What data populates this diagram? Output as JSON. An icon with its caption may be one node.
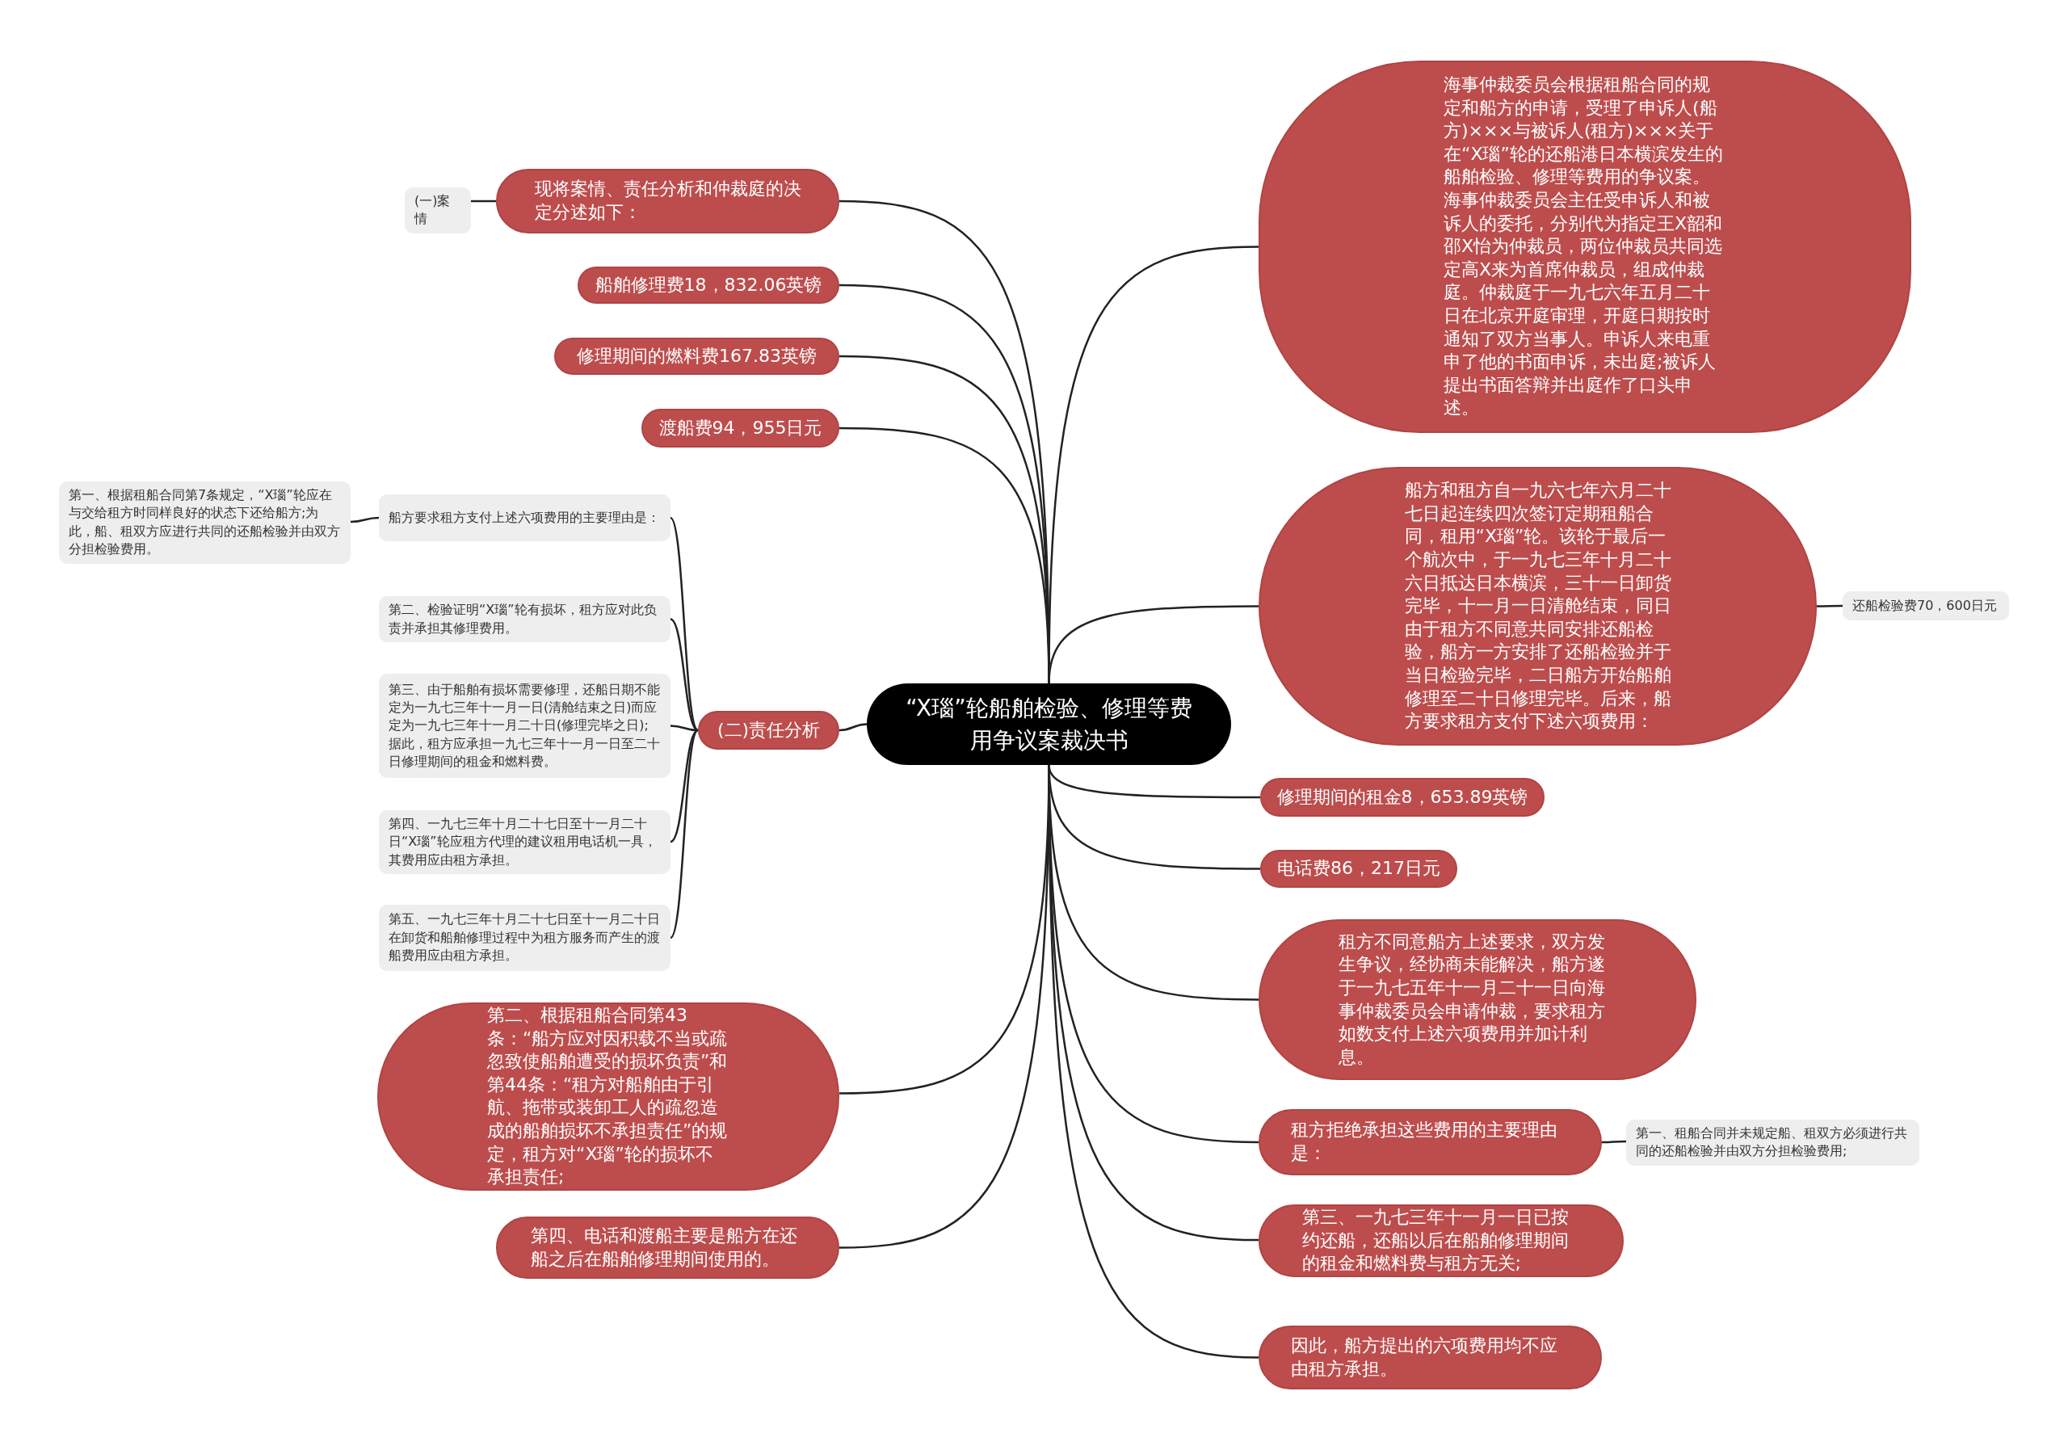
{
  "diagram": {
    "nodes": [
      {
        "text": [
          "“X瑙”轮船舶检验、修理等费用争议案裁决书"
        ]
      },
      {
        "text": [
          "现将案情、责任分析和仲裁庭的决定分述如下："
        ]
      },
      {
        "text": [
          "(一)案情"
        ]
      },
      {
        "text": [
          "船舶修理费18，832.06英镑"
        ]
      },
      {
        "text": [
          "修理期间的燃料费167.83英镑"
        ]
      },
      {
        "text": [
          "渡船费94，955日元"
        ]
      },
      {
        "text": [
          "(二)责任分析"
        ]
      },
      {
        "text": [
          "船方要求租方支付上述六项费用的主要理由是："
        ]
      },
      {
        "text": [
          "第一、根据租船合同第7条规定，“X瑙”轮应在与交给租方时同样良好的状态下还给船方;为此，船、租双方应进行共同的还船检验并由双方分担检验费用。"
        ]
      },
      {
        "text": [
          "第二、检验证明“X瑙”轮有损坏，租方应对此负责并承担其修理费用。"
        ]
      },
      {
        "text": [
          "第三、由于船舶有损坏需要修理，还船日期不能定为一九七三年十一月一日(清舱结束之日)而应定为一九七三年十一月二十日(修理完毕之日);据此，租方应承担一九七三年十一月一日至二十日修理期间的租金和燃料费。"
        ]
      },
      {
        "text": [
          "第四、一九七三年十月二十七日至十一月二十日“X瑙”轮应租方代理的建议租用电话机一具，其费用应由租方承担。"
        ]
      },
      {
        "text": [
          "第五、一九七三年十月二十七日至十一月二十日在卸货和船舶修理过程中为租方服务而产生的渡船费用应由租方承担。"
        ]
      },
      {
        "text": [
          "第二、根据租船合同第43条：“船方应对因积载不当或疏忽致使船舶遭受的损坏负责”和第44条：“租方对船舶由于引航、拖带或装卸工人的疏忽造成的船舶损坏不承担责任”的规定，租方对“X瑙”轮的损坏不承担责任;"
        ]
      },
      {
        "text": [
          "第四、电话和渡船主要是船方在还船之后在船舶修理期间使用的。"
        ]
      },
      {
        "text": [
          "海事仲裁委员会根据租船合同的规定和船方的申请，受理了申诉人(船方)×××与被诉人(租方)×××关于在“X瑙”轮的还船港日本横滨发生的船舶检验、修理等费用的争议案。海事仲裁委员会主任受申诉人和被诉人的委托，分别代为指定王X韶和邵X怡为仲裁员，两位仲裁员共同选定高X来为首席仲裁员，组成仲裁庭。仲裁庭于一九七六年五月二十日在北京开庭审理，开庭日期按时通知了双方当事人。申诉人来电重申了他的书面申诉，未出庭;被诉人提出书面答辩并出庭作了口头申述。"
        ]
      },
      {
        "text": [
          "船方和租方自一九六七年六月二十七日起连续四次签订定期租船合同，租用“X瑙”轮。该轮于最后一个航次中，于一九七三年十月二十六日抵达日本横滨，三十一日卸货完毕，十一月一日清舱结束，同日由于租方不同意共同安排还船检验，船方一方安排了还船检验并于当日检验完毕，二日船方开始船舶修理至二十日修理完毕。后来，船方要求租方支付下述六项费用："
        ]
      },
      {
        "text": [
          "还船检验费70，600日元"
        ]
      },
      {
        "text": [
          "修理期间的租金8，653.89英镑"
        ]
      },
      {
        "text": [
          "电话费86，217日元"
        ]
      },
      {
        "text": [
          "租方不同意船方上述要求，双方发生争议，经协商未能解决，船方遂于一九七五年十一月二十一日向海事仲裁委员会申请仲裁，要求租方如数支付上述六项费用并加计利息。"
        ]
      },
      {
        "text": [
          "租方拒绝承担这些费用的主要理由是："
        ]
      },
      {
        "text": [
          "第一、租船合同并未规定船、租双方必须进行共同的还船检验并由双方分担检验费用;"
        ]
      },
      {
        "text": [
          "第三、一九七三年十一月一日已按约还船，还船以后在船舶修理期间的租金和燃料费与租方无关;"
        ]
      },
      {
        "text": [
          "因此，船方提出的六项费用均不应由租方承担。"
        ]
      }
    ],
    "edges": [
      {
        "from": 0,
        "to": 1,
        "arrow": "none"
      },
      {
        "from": 1,
        "to": 2,
        "arrow": "none"
      },
      {
        "from": 0,
        "to": 3,
        "arrow": "none"
      },
      {
        "from": 0,
        "to": 4,
        "arrow": "none"
      },
      {
        "from": 0,
        "to": 5,
        "arrow": "none"
      },
      {
        "from": 0,
        "to": 6,
        "arrow": "none"
      },
      {
        "from": 6,
        "to": 7,
        "arrow": "none"
      },
      {
        "from": 7,
        "to": 8,
        "arrow": "none"
      },
      {
        "from": 6,
        "to": 9,
        "arrow": "none"
      },
      {
        "from": 6,
        "to": 10,
        "arrow": "none"
      },
      {
        "from": 6,
        "to": 11,
        "arrow": "none"
      },
      {
        "from": 6,
        "to": 12,
        "arrow": "none"
      },
      {
        "from": 0,
        "to": 13,
        "arrow": "none"
      },
      {
        "from": 0,
        "to": 14,
        "arrow": "none"
      },
      {
        "from": 0,
        "to": 15,
        "arrow": "none"
      },
      {
        "from": 0,
        "to": 16,
        "arrow": "none"
      },
      {
        "from": 16,
        "to": 17,
        "arrow": "none"
      },
      {
        "from": 0,
        "to": 18,
        "arrow": "none"
      },
      {
        "from": 0,
        "to": 19,
        "arrow": "none"
      },
      {
        "from": 0,
        "to": 20,
        "arrow": "none"
      },
      {
        "from": 0,
        "to": 21,
        "arrow": "none"
      },
      {
        "from": 21,
        "to": 22,
        "arrow": "none"
      },
      {
        "from": 0,
        "to": 23,
        "arrow": "none"
      },
      {
        "from": 0,
        "to": 24,
        "arrow": "none"
      }
    ]
  }
}
